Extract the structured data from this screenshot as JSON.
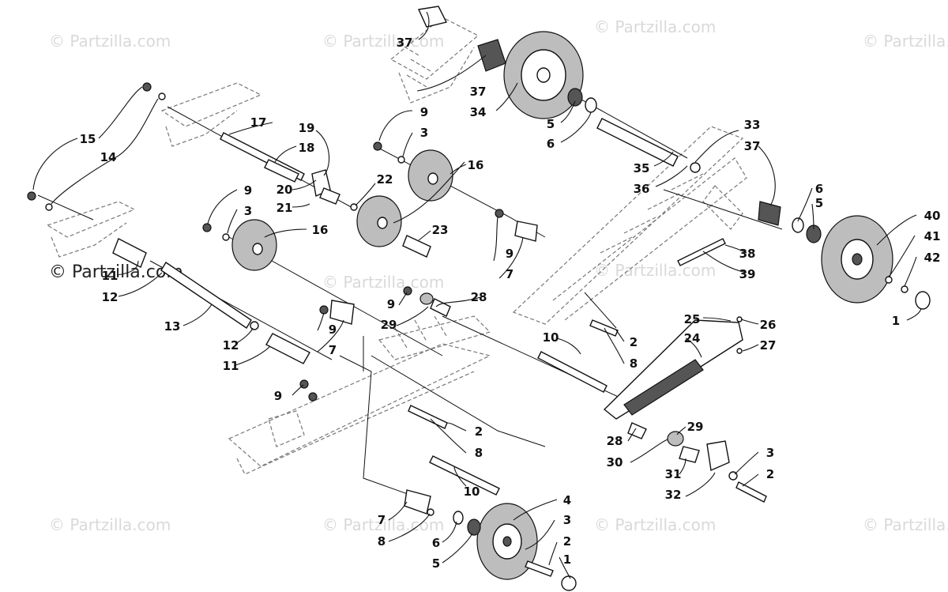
{
  "watermark": {
    "text": "© Partzilla.com",
    "strong_text": "© Partzilla.com"
  },
  "callouts": [
    "37",
    "37",
    "34",
    "5",
    "6",
    "33",
    "37",
    "35",
    "36",
    "9",
    "3",
    "16",
    "17",
    "18",
    "19",
    "20",
    "21",
    "22",
    "15",
    "14",
    "9",
    "3",
    "16",
    "23",
    "6",
    "5",
    "40",
    "41",
    "42",
    "1",
    "11",
    "12",
    "13",
    "12",
    "11",
    "9",
    "7",
    "9",
    "29",
    "28",
    "9",
    "7",
    "38",
    "39",
    "10",
    "2",
    "8",
    "25",
    "24",
    "26",
    "27",
    "9",
    "2",
    "8",
    "10",
    "29",
    "28",
    "30",
    "3",
    "2",
    "31",
    "32",
    "4",
    "3",
    "2",
    "1",
    "7",
    "8",
    "6",
    "5"
  ]
}
